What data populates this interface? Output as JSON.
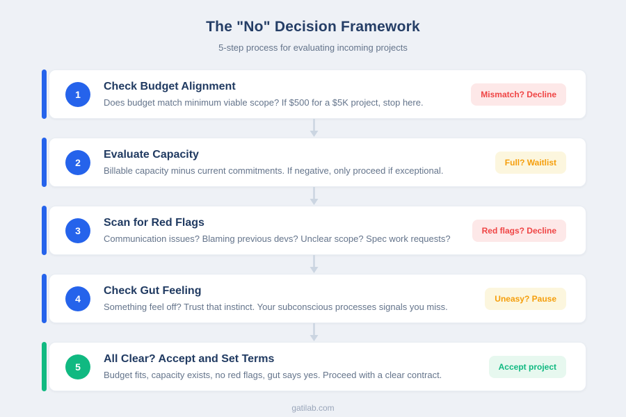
{
  "header": {
    "title": "The \"No\" Decision Framework",
    "subtitle": "5-step process for evaluating incoming projects"
  },
  "steps": [
    {
      "number": "1",
      "title": "Check Budget Alignment",
      "description": "Does budget match minimum viable scope? If $500 for a $5K project, stop here.",
      "badge": "Mismatch? Decline",
      "badge_type": "red",
      "accent": "blue"
    },
    {
      "number": "2",
      "title": "Evaluate Capacity",
      "description": "Billable capacity minus current commitments. If negative, only proceed if exceptional.",
      "badge": "Full? Waitlist",
      "badge_type": "amber",
      "accent": "blue"
    },
    {
      "number": "3",
      "title": "Scan for Red Flags",
      "description": "Communication issues? Blaming previous devs? Unclear scope? Spec work requests?",
      "badge": "Red flags? Decline",
      "badge_type": "red",
      "accent": "blue"
    },
    {
      "number": "4",
      "title": "Check Gut Feeling",
      "description": "Something feel off? Trust that instinct. Your subconscious processes signals you miss.",
      "badge": "Uneasy? Pause",
      "badge_type": "amber",
      "accent": "blue"
    },
    {
      "number": "5",
      "title": "All Clear? Accept and Set Terms",
      "description": "Budget fits, capacity exists, no red flags, gut says yes. Proceed with a clear contract.",
      "badge": "Accept project",
      "badge_type": "green",
      "accent": "green"
    }
  ],
  "footer": {
    "text": "gatilab.com"
  },
  "colors": {
    "accent_blue": "#2563eb",
    "accent_green": "#10b981",
    "title_navy": "#253e66",
    "card_title_navy": "#203a61",
    "desc_gray": "#64748b",
    "red_text": "#ef4444",
    "red_bg": "#fde8e8",
    "amber_text": "#f59e0b",
    "amber_bg": "#fcf6de",
    "green_text": "#10b981",
    "green_bg": "#e7f8ef",
    "arrow_gray": "#cbd5e1",
    "footer_gray": "#9aa6ba"
  }
}
